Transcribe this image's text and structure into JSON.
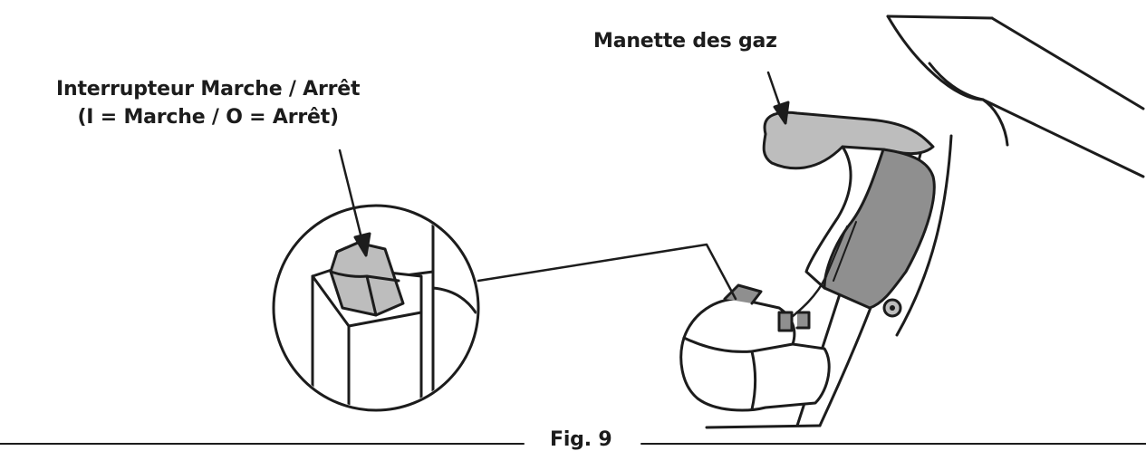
{
  "labels": {
    "throttle": "Manette des gaz",
    "switch_line1": "Interrupteur Marche / Arrêt",
    "switch_line2": "(I = Marche / O = Arrêt)",
    "figure": "Fig. 9"
  },
  "colors": {
    "ink": "#1c1c1c",
    "fill_grey": "#bdbdbd",
    "fill_dark": "#8f8f8f",
    "paper": "#ffffff"
  }
}
